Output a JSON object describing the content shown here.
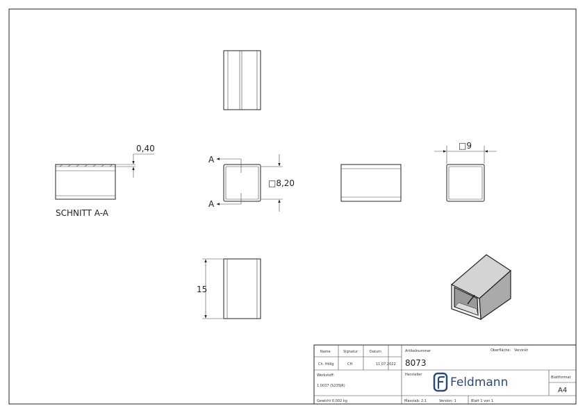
{
  "drawing": {
    "section_label": "SCHNITT A-A",
    "section_marker": "A",
    "dim_wall": "0,40",
    "dim_inner": "□8,20",
    "dim_outer": "□9",
    "dim_length": "15"
  },
  "title_block": {
    "name_label": "Name",
    "signatur_label": "Signatur",
    "datum_label": "Datum",
    "name_value": "Ch. Hölig",
    "signatur_value": "CH",
    "datum_value": "11.07.2022",
    "artikelnummer_label": "Artikelnummer",
    "artikelnummer_value": "8073",
    "oberflaeche_label": "Oberfläche:",
    "oberflaeche_value": "Verzinkt",
    "werkstoff_label": "Werkstoff:",
    "werkstoff_value": "1.0037 (S235JR)",
    "hersteller_label": "Hersteller",
    "logo_text": "Feldmann",
    "blattformat_label": "Blattformat",
    "blattformat_value": "A4",
    "gewicht": "Gewicht 0,002 kg",
    "massstab": "Masstab: 2:1",
    "version": "Version: 1",
    "blatt": "Blatt 1 von 1",
    "logo_color": "#2b4a7a"
  }
}
